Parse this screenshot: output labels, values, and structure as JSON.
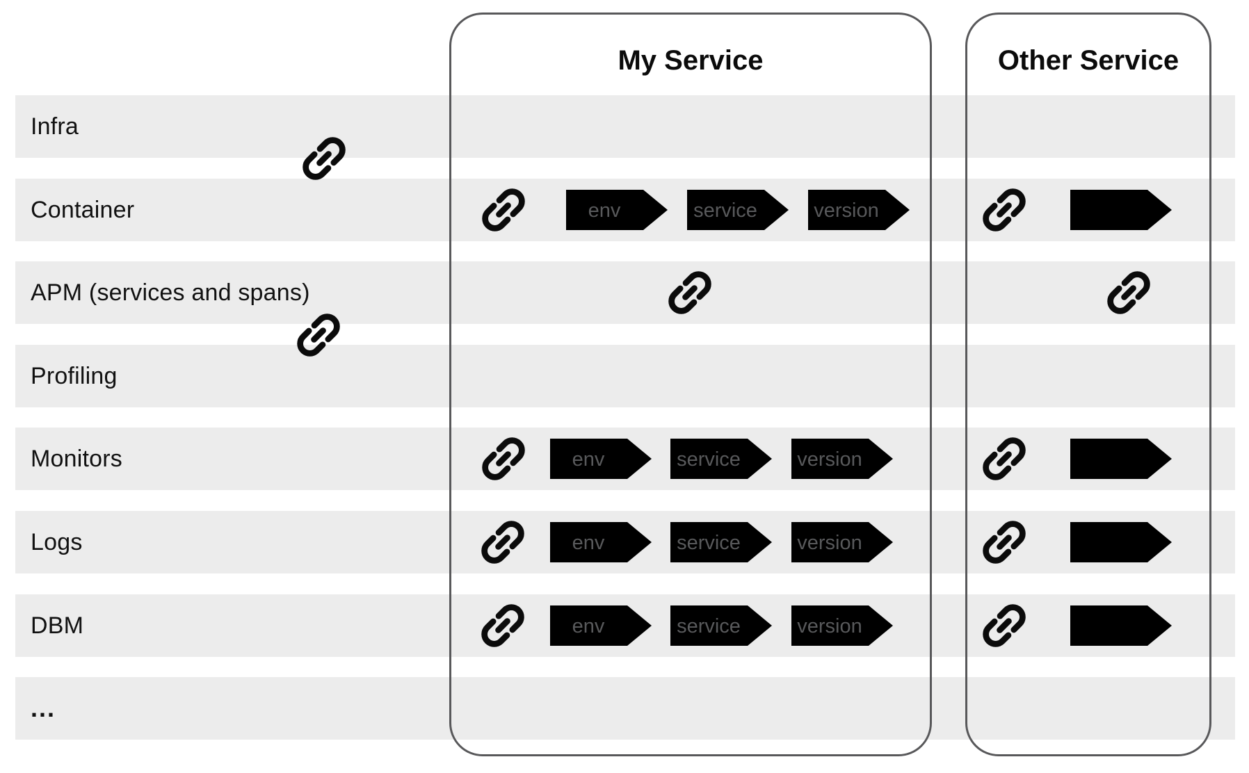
{
  "header": {
    "my_service": "My Service",
    "other_service": "Other Service"
  },
  "rows": [
    {
      "label": "Infra"
    },
    {
      "label": "Container"
    },
    {
      "label": "APM (services and spans)"
    },
    {
      "label": "Profiling"
    },
    {
      "label": "Monitors"
    },
    {
      "label": "Logs"
    },
    {
      "label": "DBM"
    },
    {
      "label": "..."
    }
  ],
  "tags": {
    "env": "env",
    "service": "service",
    "version": "version",
    "empty": ""
  },
  "icons": {
    "link": "link-icon"
  },
  "colors": {
    "row_band": "#ECECEC",
    "tag_border": "#9B1B33",
    "tag_text": "#58595B",
    "panel_border": "#58585A",
    "link_icon": "#0B0B0B",
    "row_label": "#111111"
  }
}
